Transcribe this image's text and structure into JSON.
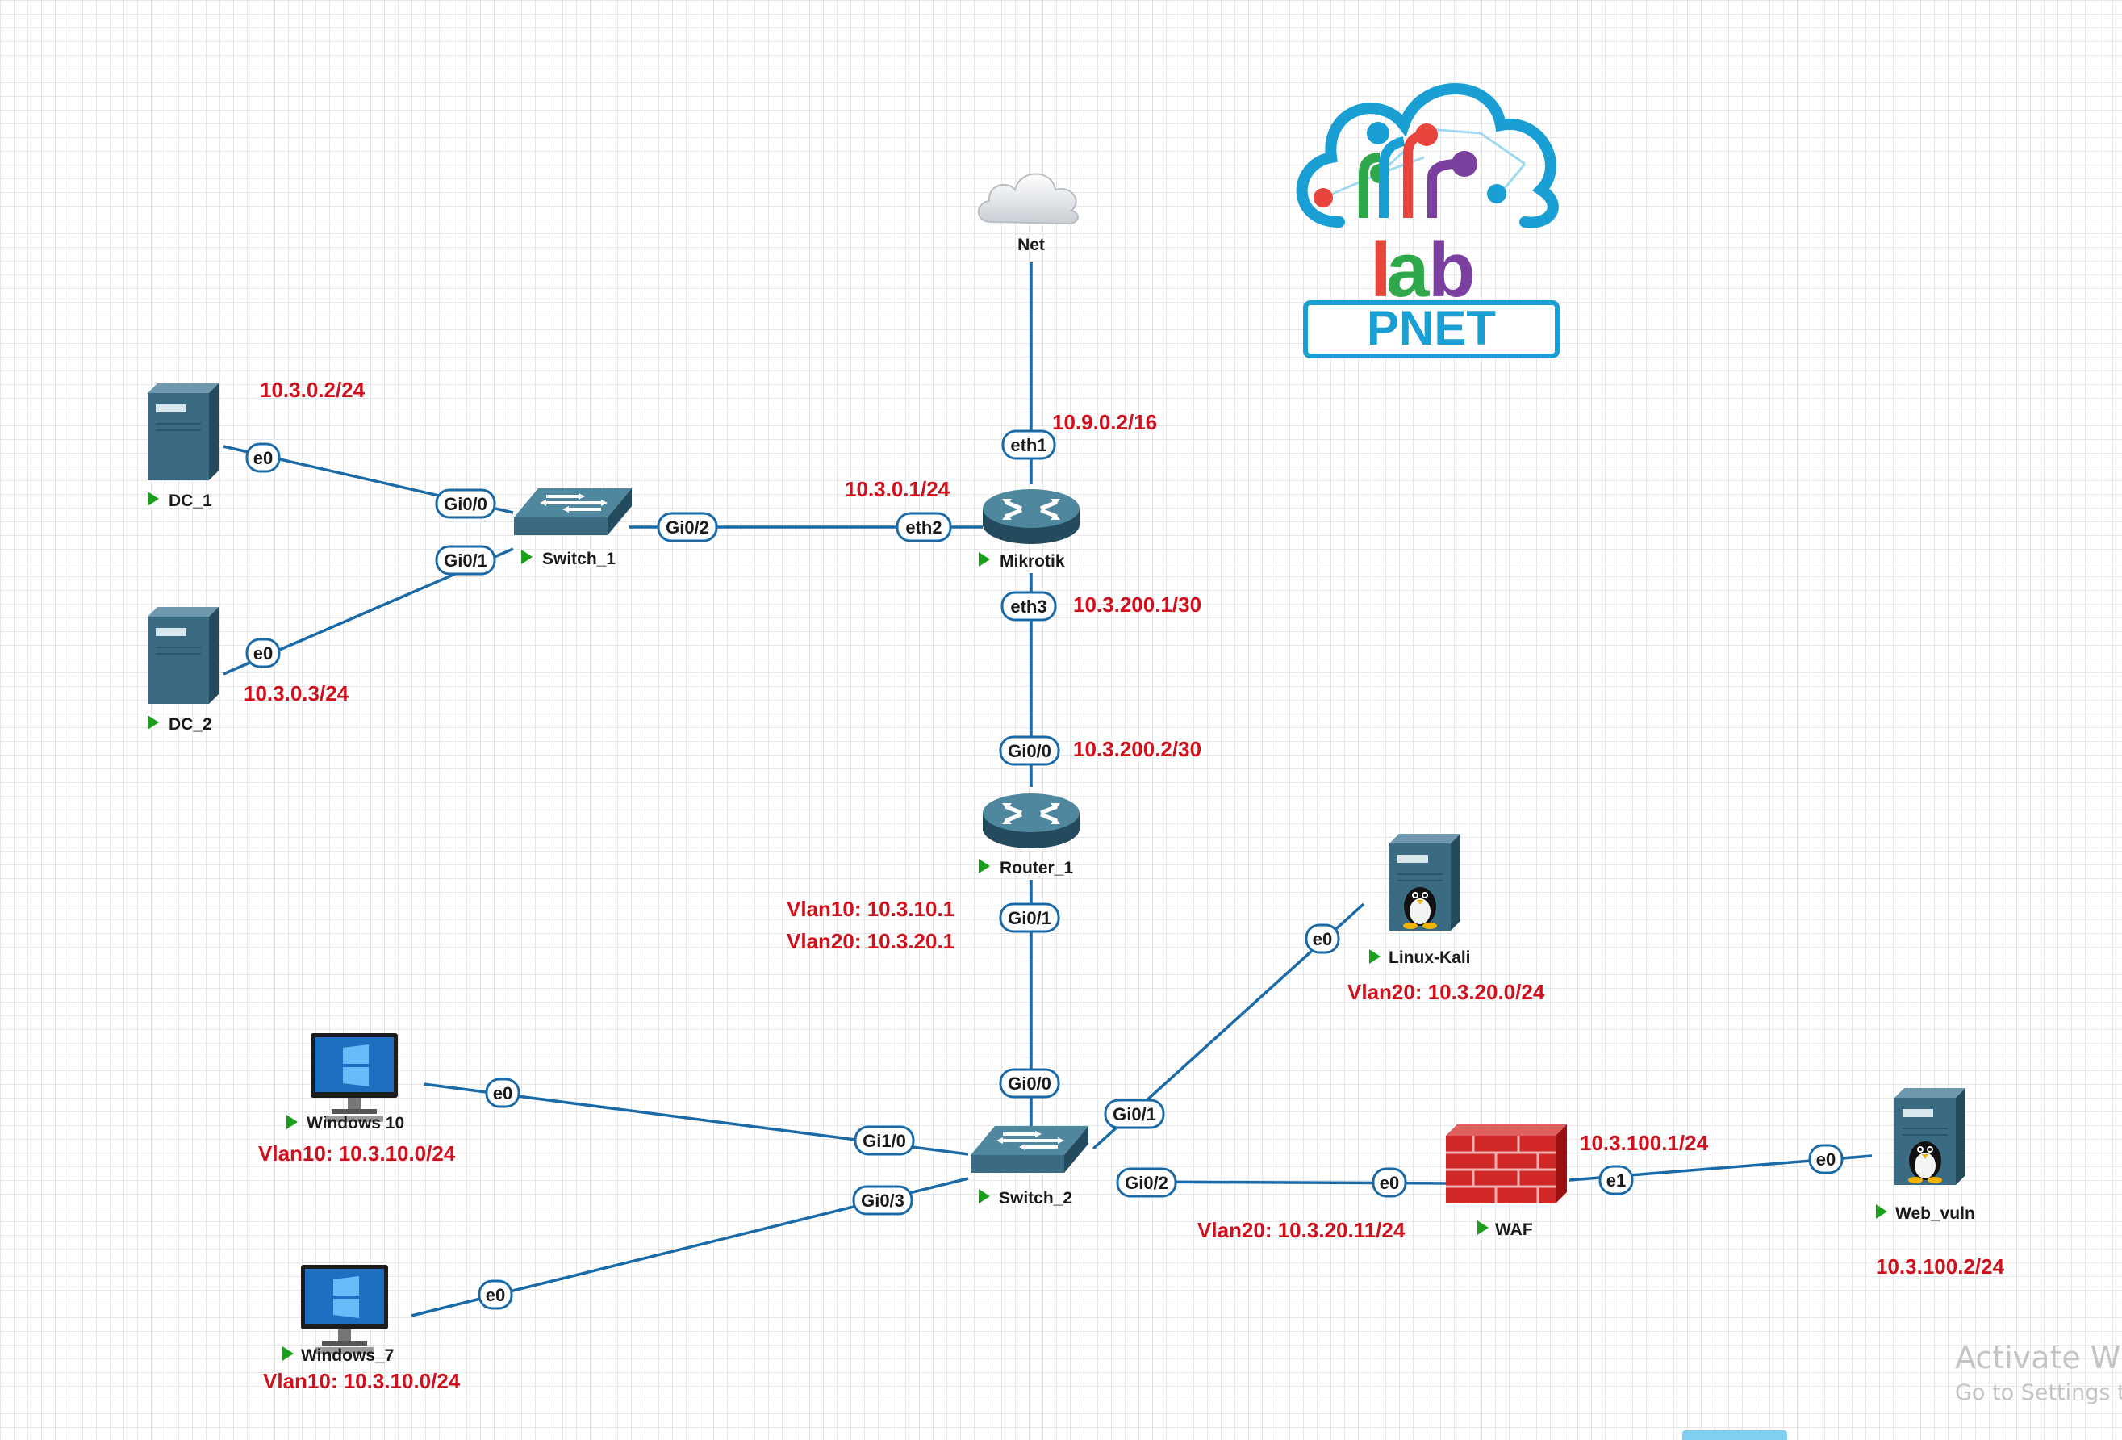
{
  "colors": {
    "link": "#1a6aa8",
    "ip_label": "#d0101c",
    "node_label": "#1a1a1a",
    "port_fill": "#ffffff",
    "port_border": "#1a6aa8",
    "device": "#3a6b82",
    "running_indicator": "#19a019",
    "firewall": "#d02828"
  },
  "logo": {
    "label": "PNET",
    "icon": "pnetlab-cloud-logo-icon"
  },
  "nodes": [
    {
      "id": "net",
      "label": "Net",
      "icon": "cloud-icon",
      "running": false
    },
    {
      "id": "dc1",
      "label": "DC_1",
      "icon": "server-icon",
      "running": true
    },
    {
      "id": "dc2",
      "label": "DC_2",
      "icon": "server-icon",
      "running": true
    },
    {
      "id": "switch1",
      "label": "Switch_1",
      "icon": "switch-icon",
      "running": true
    },
    {
      "id": "mikrotik",
      "label": "Mikrotik",
      "icon": "router-icon",
      "running": true
    },
    {
      "id": "router1",
      "label": "Router_1",
      "icon": "router-icon",
      "running": true
    },
    {
      "id": "kali",
      "label": "Linux-Kali",
      "icon": "linux-server-icon",
      "running": true
    },
    {
      "id": "win10",
      "label": "Windows 10",
      "icon": "desktop-icon",
      "running": true
    },
    {
      "id": "win7",
      "label": "Windows_7",
      "icon": "desktop-icon",
      "running": true
    },
    {
      "id": "switch2",
      "label": "Switch_2",
      "icon": "switch-icon",
      "running": true
    },
    {
      "id": "waf",
      "label": "WAF",
      "icon": "firewall-icon",
      "running": true
    },
    {
      "id": "webvuln",
      "label": "Web_vuln",
      "icon": "linux-server-icon",
      "running": true
    }
  ],
  "links": [
    {
      "from": "net",
      "to": "mikrotik",
      "ports": [
        "eth1"
      ]
    },
    {
      "from": "dc1",
      "to": "switch1",
      "ports": [
        "e0",
        "Gi0/0"
      ]
    },
    {
      "from": "dc2",
      "to": "switch1",
      "ports": [
        "e0",
        "Gi0/1"
      ]
    },
    {
      "from": "switch1",
      "to": "mikrotik",
      "ports": [
        "Gi0/2",
        "eth2"
      ]
    },
    {
      "from": "mikrotik",
      "to": "router1",
      "ports": [
        "eth3",
        "Gi0/0"
      ]
    },
    {
      "from": "router1",
      "to": "switch2",
      "ports": [
        "Gi0/1",
        "Gi0/0"
      ]
    },
    {
      "from": "win10",
      "to": "switch2",
      "ports": [
        "e0",
        "Gi1/0"
      ]
    },
    {
      "from": "win7",
      "to": "switch2",
      "ports": [
        "e0",
        "Gi0/3"
      ]
    },
    {
      "from": "kali",
      "to": "switch2",
      "ports": [
        "e0",
        "Gi0/1"
      ]
    },
    {
      "from": "switch2",
      "to": "waf",
      "ports": [
        "Gi0/2",
        "e0"
      ]
    },
    {
      "from": "waf",
      "to": "webvuln",
      "ports": [
        "e1",
        "e0"
      ]
    }
  ],
  "ip_labels": [
    "10.3.0.2/24",
    "10.3.0.3/24",
    "10.9.0.2/16",
    "10.3.0.1/24",
    "10.3.200.1/30",
    "10.3.200.2/30",
    "Vlan10: 10.3.10.1",
    "Vlan20: 10.3.20.1",
    "Vlan20: 10.3.20.0/24",
    "Vlan10: 10.3.10.0/24",
    "Vlan10: 10.3.10.0/24",
    "10.3.100.1/24",
    "Vlan20: 10.3.20.11/24",
    "10.3.100.2/24"
  ],
  "watermark": {
    "line1": "Activate Wi",
    "line2": "Go to Settings t"
  }
}
